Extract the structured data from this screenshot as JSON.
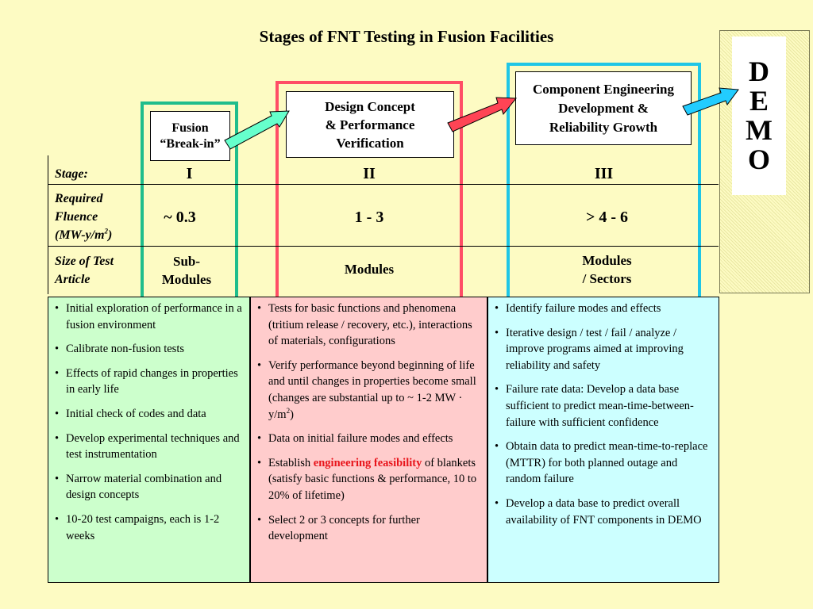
{
  "title": "Stages of FNT Testing in Fusion Facilities",
  "demo_letters": [
    "D",
    "E",
    "M",
    "O"
  ],
  "stages": [
    {
      "box_lines": [
        "Fusion",
        "“Break-in”"
      ],
      "numeral": "I",
      "fluence": "~ 0.3",
      "size_lines": [
        "Sub-",
        "Modules"
      ],
      "border_color": "#1fbd8c",
      "panel_color": "#ccffcc"
    },
    {
      "box_lines": [
        "Design Concept",
        "& Performance",
        "Verification"
      ],
      "numeral": "II",
      "fluence": "1 - 3",
      "size_lines": [
        "Modules"
      ],
      "border_color": "#ff4d66",
      "panel_color": "#ffcccc"
    },
    {
      "box_lines": [
        "Component Engineering",
        "Development &",
        "Reliability Growth"
      ],
      "numeral": "III",
      "fluence": "> 4 - 6",
      "size_lines": [
        "Modules",
        "/ Sectors"
      ],
      "border_color": "#1fc6e6",
      "panel_color": "#ccffff"
    }
  ],
  "row_labels": {
    "stage": "Stage:",
    "fluence_lines": [
      "Required",
      "Fluence",
      "(MW-y/m",
      "2",
      ")"
    ],
    "size_lines": [
      "Size of Test",
      "Article"
    ]
  },
  "col1_bullets": [
    "Initial exploration of performance in a fusion environment",
    "Calibrate non-fusion tests",
    "Effects of rapid changes in properties in early life",
    "Initial check of codes and data",
    "Develop experimental techniques and test instrumentation",
    "Narrow material combination and design concepts",
    "10-20 test campaigns, each is 1-2 weeks"
  ],
  "col2": {
    "b1": "Tests for basic functions and phenomena (tritium release / recovery, etc.), interactions of materials, configurations",
    "b2_pre": "Verify performance beyond beginning of life and until changes in properties become small (changes are substantial up to ~ 1-2  MW · y/m",
    "b2_sup": "2",
    "b2_post": ")",
    "b3": "Data on initial failure modes and effects",
    "b4_pre": "Establish ",
    "b4_red": "engineering feasibility",
    "b4_post": " of blankets (satisfy basic functions & performance, 10 to 20% of lifetime)",
    "b5": "Select 2 or 3 concepts for further development"
  },
  "col3_bullets": [
    "Identify failure modes and effects",
    "Iterative design / test / fail / analyze / improve programs aimed at improving reliability and safety",
    "Failure rate data: Develop a data base sufficient to predict mean-time-between-failure with sufficient confidence",
    "Obtain data to predict mean-time-to-replace (MTTR) for both planned outage and random failure",
    "Develop a data base to predict overall availability of FNT components in DEMO"
  ],
  "arrow_colors": [
    "#66ffcc",
    "#ff4455",
    "#22ccff"
  ]
}
